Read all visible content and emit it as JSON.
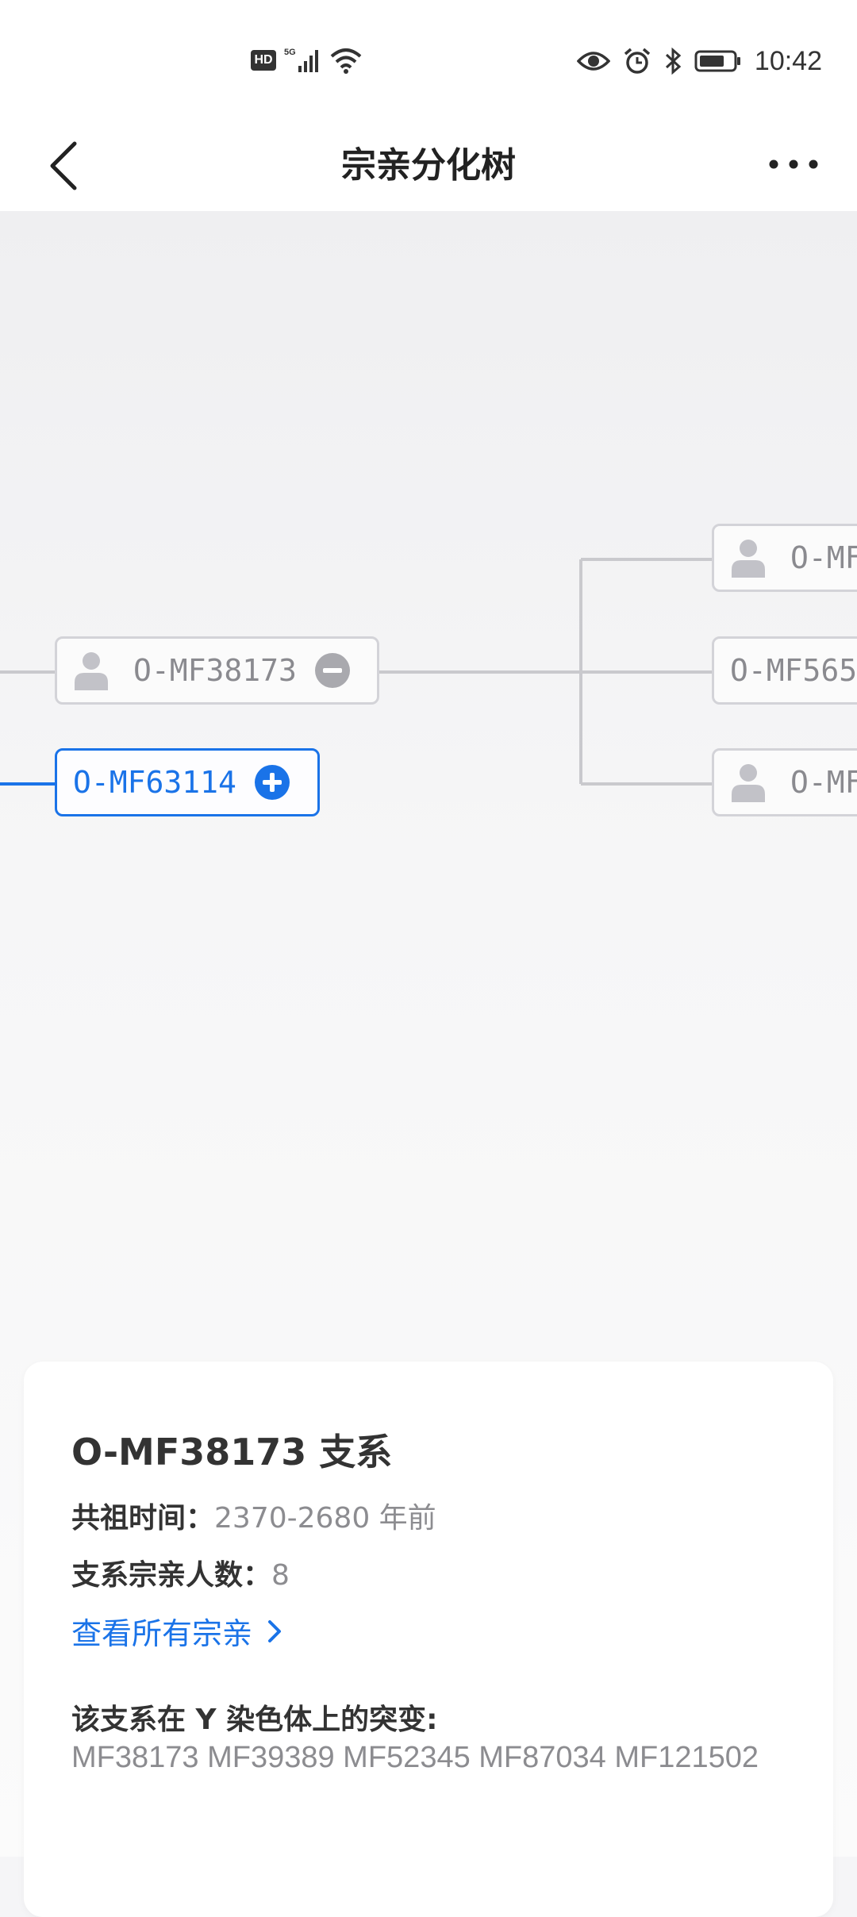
{
  "status_bar": {
    "left_icons": [
      "hd-icon",
      "5g-signal-icon",
      "wifi-icon"
    ],
    "hd_label": "HD",
    "right_icons": [
      "eye-icon",
      "alarm-icon",
      "bluetooth-icon",
      "battery-icon"
    ],
    "time": "10:42"
  },
  "nav": {
    "title": "宗亲分化树",
    "back_icon": "chevron-left-icon",
    "more_icon": "more-horizontal-icon"
  },
  "tree": {
    "nodes": [
      {
        "label": "O-MF38173",
        "has_person_icon": true,
        "toggle": "collapse",
        "selected": false
      },
      {
        "label": "O-MF63114",
        "has_person_icon": false,
        "toggle": "expand",
        "selected": true
      },
      {
        "label": "O-MF",
        "has_person_icon": true,
        "toggle": null,
        "selected": false
      },
      {
        "label": "O-MF565",
        "has_person_icon": false,
        "toggle": null,
        "selected": false
      },
      {
        "label": "O-MF",
        "has_person_icon": true,
        "toggle": null,
        "selected": false
      }
    ],
    "colors": {
      "line": "#c9c9cd",
      "selected": "#1a73e8",
      "collapse_icon": "#a9a9ae"
    }
  },
  "card": {
    "title": "O-MF38173 支系",
    "tmrca_label": "共祖时间：",
    "tmrca_value": "2370-2680 年前",
    "count_label": "支系宗亲人数：",
    "count_value": "8",
    "link_label": "查看所有宗亲",
    "mutations_title": "该支系在 Y 染色体上的突变:",
    "mutations": "MF38173 MF39389 MF52345 MF87034 MF121502"
  }
}
